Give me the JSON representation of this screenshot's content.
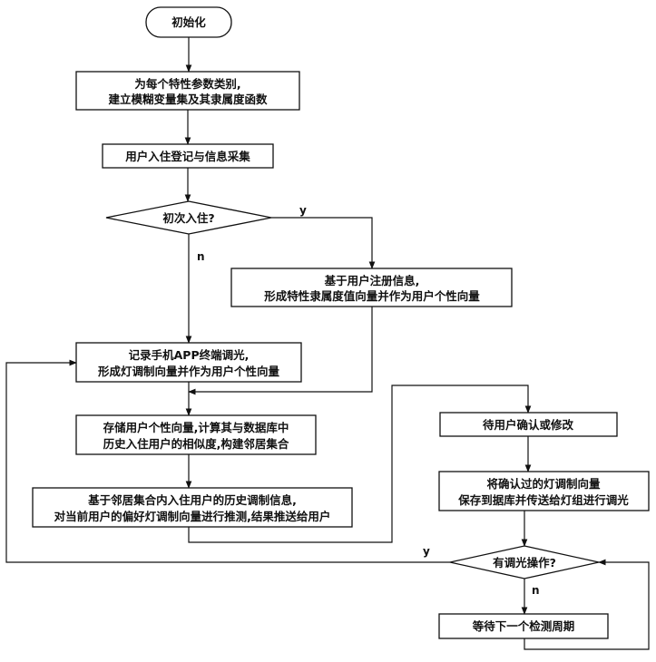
{
  "nodes": {
    "start": "初始化",
    "n1": [
      "为每个特性参数类别,",
      "建立模糊变量集及其隶属度函数"
    ],
    "n2": "用户入住登记与信息采集",
    "d1": "初次入住?",
    "n3": [
      "基于用户注册信息,",
      "形成特性隶属度值向量并作为用户个性向量"
    ],
    "n4": [
      "记录手机APP终端调光,",
      "形成灯调制向量并作为用户个性向量"
    ],
    "n5": [
      "存储用户个性向量,计算其与数据库中",
      "历史入住用户的相似度,构建邻居集合"
    ],
    "n6": [
      "基于邻居集合内入住用户的历史调制信息,",
      "对当前用户的偏好灯调制向量进行推测,结果推送给用户"
    ],
    "n7": "待用户确认或修改",
    "n8": [
      "将确认过的灯调制向量",
      "保存到据库并传送给灯组进行调光"
    ],
    "d2": "有调光操作?",
    "n9": "等待下一个检测周期"
  },
  "labels": {
    "d1_yes": "y",
    "d1_no": "n",
    "d2_yes": "y",
    "d2_no": "n"
  }
}
